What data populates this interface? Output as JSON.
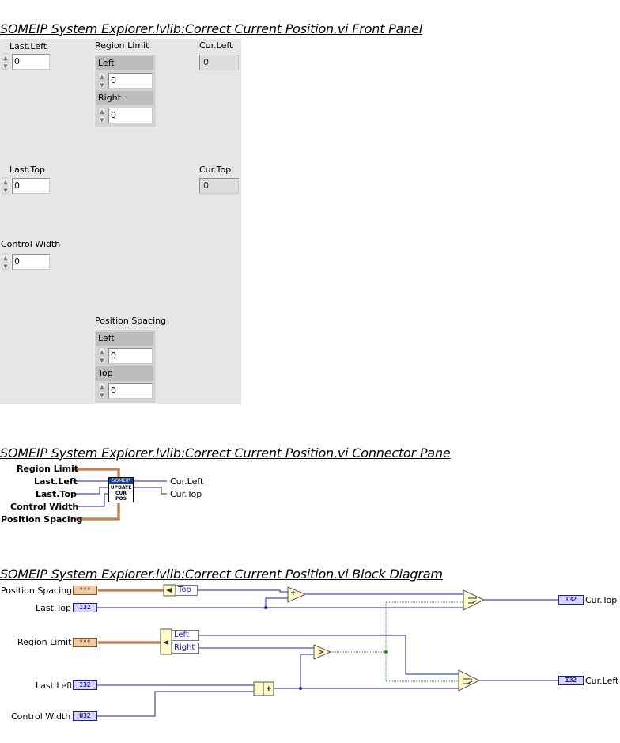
{
  "front_panel": {
    "title": "SOMEIP System Explorer.lvlib:Correct Current Position.vi Front Panel",
    "last_left": {
      "label": "Last.Left",
      "value": "0"
    },
    "region_limit": {
      "label": "Region Limit",
      "left_label": "Left",
      "left_value": "0",
      "right_label": "Right",
      "right_value": "0"
    },
    "cur_left": {
      "label": "Cur.Left",
      "value": "0"
    },
    "last_top": {
      "label": "Last.Top",
      "value": "0"
    },
    "cur_top": {
      "label": "Cur.Top",
      "value": "0"
    },
    "control_width": {
      "label": "Control Width",
      "value": "0"
    },
    "position_spacing": {
      "label": "Position Spacing",
      "left_label": "Left",
      "left_value": "0",
      "top_label": "Top",
      "top_value": "0"
    }
  },
  "connector_pane": {
    "title": "SOMEIP System Explorer.lvlib:Correct Current Position.vi Connector Pane",
    "inputs": [
      "Region Limit",
      "Last.Left",
      "Last.Top",
      "Control Width",
      "Position Spacing"
    ],
    "outputs": [
      "Cur.Left",
      "Cur.Top"
    ],
    "icon_banner": "SOMEIP",
    "icon_text": [
      "UPDATE",
      "CUR",
      "POS"
    ]
  },
  "block_diagram": {
    "title": "SOMEIP System Explorer.lvlib:Correct Current Position.vi Block Diagram",
    "labels": {
      "position_spacing": "Position Spacing",
      "last_top": "Last.Top",
      "region_limit": "Region Limit",
      "last_left": "Last.Left",
      "control_width": "Control Width",
      "cur_top": "Cur.Top",
      "cur_left": "Cur.Left"
    },
    "terminal_types": {
      "i32": "I32",
      "u32": "U32",
      "cluster": "⁰⁰⁰"
    },
    "unbundle_position": [
      "Top"
    ],
    "unbundle_region": [
      "Left",
      "Right"
    ],
    "operators": {
      "add": "+",
      "add2": "+"
    }
  },
  "colors": {
    "panel_bg": "#e6e6e6",
    "int_wire": "#1c1cb4",
    "cluster_wire": "#9b4b20",
    "bool_wire": "#2e8b2e",
    "node_fill": "#fff8c8"
  }
}
